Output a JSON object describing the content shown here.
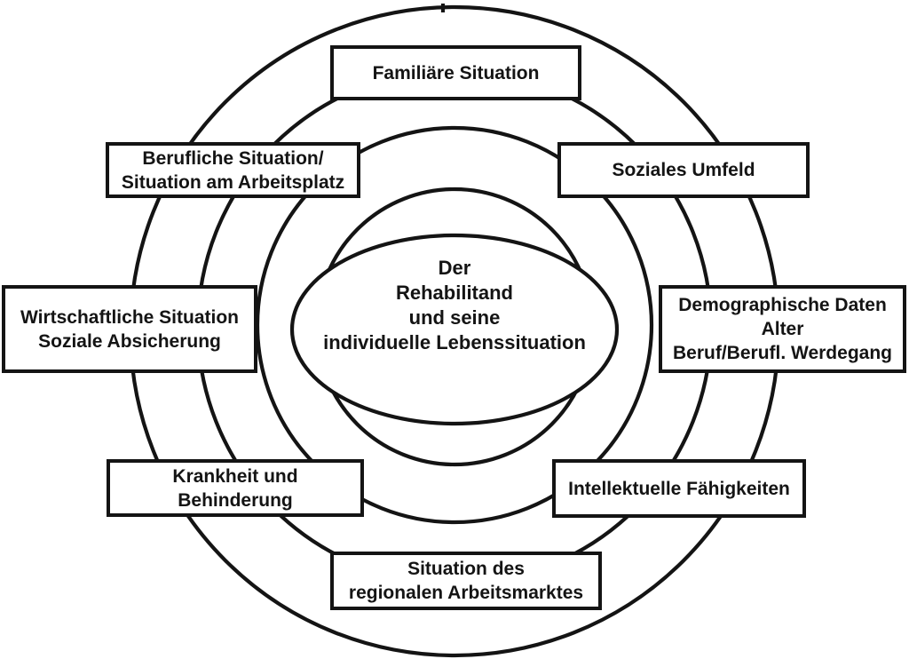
{
  "diagram": {
    "center": {
      "lines": [
        "Der",
        "Rehabilitand",
        "und seine",
        "individuelle Lebenssituation"
      ]
    },
    "nodes": {
      "familiaere": {
        "lines": [
          "Familiäre Situation"
        ]
      },
      "berufliche": {
        "lines": [
          "Berufliche Situation/",
          "Situation am Arbeitsplatz"
        ]
      },
      "soziales": {
        "lines": [
          "Soziales Umfeld"
        ]
      },
      "wirtschaftliche": {
        "lines": [
          "Wirtschaftliche Situation",
          "Soziale Absicherung"
        ]
      },
      "demographische": {
        "lines": [
          "Demographische Daten",
          "Alter",
          "Beruf/Berufl. Werdegang"
        ]
      },
      "krankheit": {
        "lines": [
          "Krankheit und",
          "Behinderung"
        ]
      },
      "intellektuelle": {
        "lines": [
          "Intellektuelle Fähigkeiten"
        ]
      },
      "arbeitsmarkt": {
        "lines": [
          "Situation des",
          "regionalen Arbeitsmarktes"
        ]
      }
    },
    "colors": {
      "stroke": "#141414",
      "background": "#ffffff",
      "text": "#141414"
    }
  }
}
